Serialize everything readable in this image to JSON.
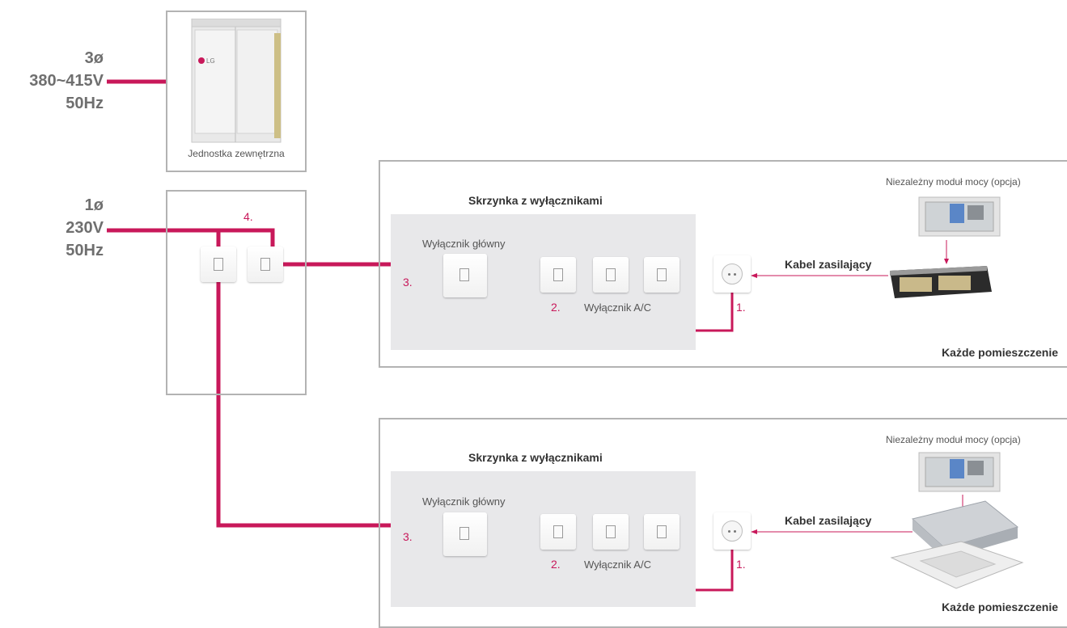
{
  "supply_3phase": {
    "line1": "3ø",
    "line2": "380~415V",
    "line3": "50Hz"
  },
  "supply_1phase": {
    "line1": "1ø",
    "line2": "230V",
    "line3": "50Hz"
  },
  "outdoor_unit": {
    "label": "Jednostka zewnętrzna",
    "brand": "LG"
  },
  "main_panel": {
    "number": "4."
  },
  "rooms": [
    {
      "box_title": "Skrzynka z wyłącznikami",
      "main_breaker_label": "Wyłącznik główny",
      "main_breaker_number": "3.",
      "ac_breaker_number": "2.",
      "ac_breaker_label": "Wyłącznik A/C",
      "socket_number": "1.",
      "cable_label": "Kabel zasilający",
      "power_module_label": "Niezależny moduł mocy (opcja)",
      "room_label": "Każde pomieszczenie"
    },
    {
      "box_title": "Skrzynka z wyłącznikami",
      "main_breaker_label": "Wyłącznik główny",
      "main_breaker_number": "3.",
      "ac_breaker_number": "2.",
      "ac_breaker_label": "Wyłącznik A/C",
      "socket_number": "1.",
      "cable_label": "Kabel zasilający",
      "power_module_label": "Niezależny moduł mocy (opcja)",
      "room_label": "Każde pomieszczenie"
    }
  ],
  "colors": {
    "wire": "#c8185a",
    "frame": "#b3b3b3",
    "panel": "#e8e8ea",
    "text_gray": "#6f6f6f"
  },
  "icons": [
    "outdoor-unit-image",
    "switch-icon",
    "socket-icon",
    "power-module-image",
    "duct-unit-image",
    "cassette-unit-image"
  ]
}
